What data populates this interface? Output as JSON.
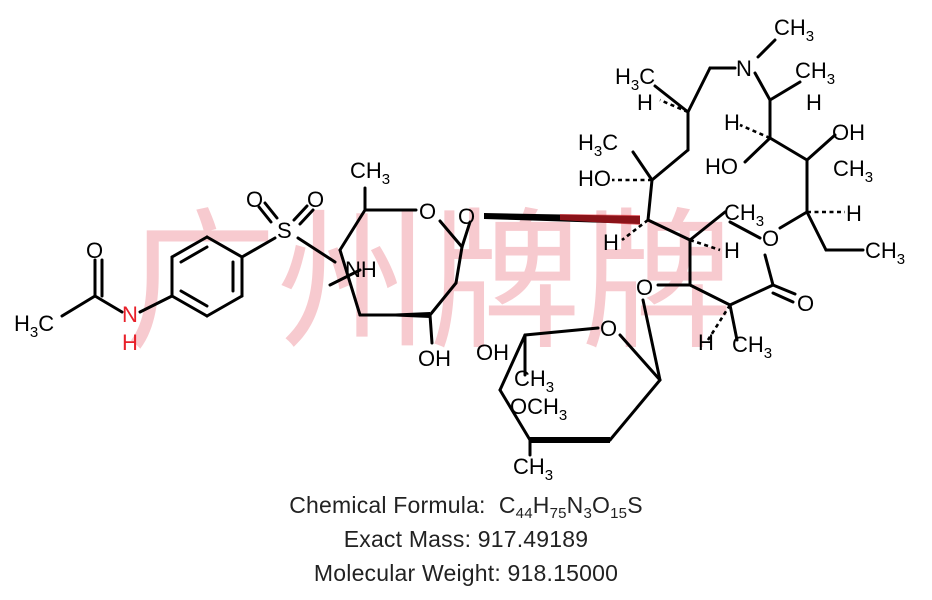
{
  "watermark": "广州牌牌",
  "labels": {
    "h3c_acetyl": "H",
    "o_acetyl": "O",
    "nh_amide": "N",
    "h_amide": "H",
    "s": "S",
    "o_s1": "O",
    "o_s2": "O",
    "nh_sugar": "NH",
    "ch3_sugar": "CH",
    "o_ring1": "O",
    "o_glyco1": "O",
    "oh_sugar1": "OH",
    "oh_sugar2": "OH",
    "ch3_sugar2": "CH",
    "och3": "OCH",
    "ch3_sugar2b": "CH",
    "o_ring2": "O",
    "o_glyco2": "O",
    "h3c_1": "H",
    "ho_1": "HO",
    "h_1": "H",
    "h3c_2": "H",
    "h_2": "H",
    "n_ring": "N",
    "ch3_n": "CH",
    "ch3_3": "CH",
    "h_3": "H",
    "h_4": "H",
    "ho_2": "HO",
    "oh_3": "OH",
    "ch3_4": "CH",
    "h_5": "H",
    "ch3_5": "CH",
    "h_6": "H",
    "o_ring3": "O",
    "ch3_ethyl": "CH",
    "o_carbonyl": "O",
    "h_7": "H",
    "ch3_6": "CH"
  },
  "info": {
    "formula_label": "Chemical  Formula:",
    "formula_parts": [
      {
        "t": "C",
        "s": "44"
      },
      {
        "t": "H",
        "s": "75"
      },
      {
        "t": "N",
        "s": "3"
      },
      {
        "t": "O",
        "s": "15"
      },
      {
        "t": "S",
        "s": ""
      }
    ],
    "exact_mass": "Exact  Mass:  917.49189",
    "molecular_weight": "Molecular  Weight:  918.15000"
  }
}
